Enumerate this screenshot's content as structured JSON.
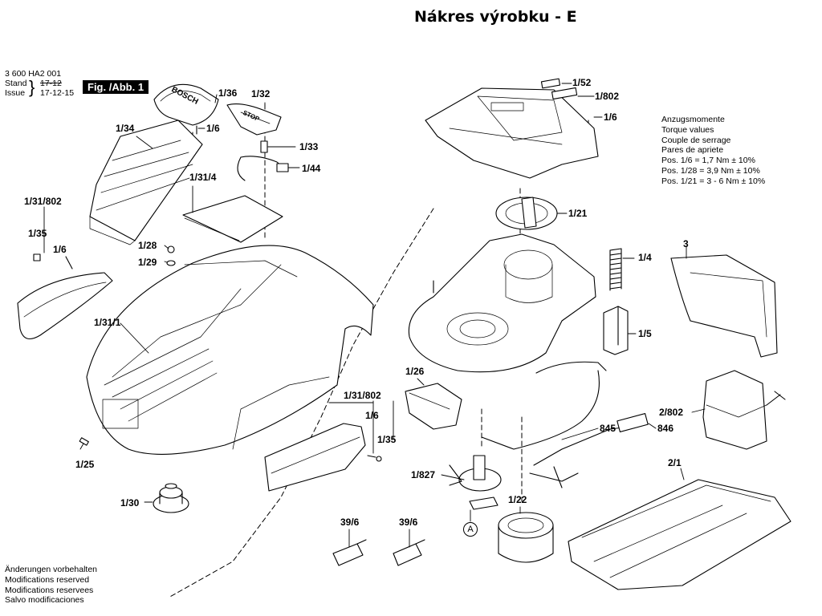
{
  "title": "Nákres výrobku - E",
  "header": {
    "part_number": "3 600 HA2 001",
    "stand_label": "Stand",
    "issue_label": "Issue",
    "old_date": "17-12",
    "issue_date": "17-12-15",
    "figure_label": "Fig. /Abb. 1"
  },
  "torque": {
    "lines": [
      "Anzugsmomente",
      "Torque values",
      "Couple de serrage",
      "Pares de apriete",
      "Pos. 1/6  = 1,7 Nm  ± 10%",
      "Pos. 1/28 = 3,9 Nm  ± 10%",
      "Pos. 1/21 = 3 - 6 Nm  ± 10%"
    ]
  },
  "footer": {
    "lines": [
      "Änderungen vorbehalten",
      "Modifications reserved",
      "Modifications reservees",
      "Salvo modificaciones"
    ]
  },
  "callouts": [
    {
      "id": "1/36",
      "text": "1/36"
    },
    {
      "id": "1/32",
      "text": "1/32"
    },
    {
      "id": "1/34",
      "text": "1/34"
    },
    {
      "id": "1/6-a",
      "text": "1/6"
    },
    {
      "id": "1/33",
      "text": "1/33"
    },
    {
      "id": "1/44",
      "text": "1/44"
    },
    {
      "id": "1/31/4",
      "text": "1/31/4"
    },
    {
      "id": "1/31/802-a",
      "text": "1/31/802"
    },
    {
      "id": "1/35-a",
      "text": "1/35"
    },
    {
      "id": "1/6-b",
      "text": "1/6"
    },
    {
      "id": "1/28",
      "text": "1/28"
    },
    {
      "id": "1/29",
      "text": "1/29"
    },
    {
      "id": "1/31/1",
      "text": "1/31/1"
    },
    {
      "id": "1/31/802-b",
      "text": "1/31/802"
    },
    {
      "id": "1/6-c",
      "text": "1/6"
    },
    {
      "id": "1/35-b",
      "text": "1/35"
    },
    {
      "id": "1/25",
      "text": "1/25"
    },
    {
      "id": "1/30",
      "text": "1/30"
    },
    {
      "id": "39/6-a",
      "text": "39/6"
    },
    {
      "id": "39/6-b",
      "text": "39/6"
    },
    {
      "id": "1/52",
      "text": "1/52"
    },
    {
      "id": "1/802",
      "text": "1/802"
    },
    {
      "id": "1/6-d",
      "text": "1/6"
    },
    {
      "id": "1/21",
      "text": "1/21"
    },
    {
      "id": "1/4",
      "text": "1/4"
    },
    {
      "id": "3",
      "text": "3"
    },
    {
      "id": "1/5",
      "text": "1/5"
    },
    {
      "id": "1/26",
      "text": "1/26"
    },
    {
      "id": "845",
      "text": "845"
    },
    {
      "id": "846",
      "text": "846"
    },
    {
      "id": "2/802",
      "text": "2/802"
    },
    {
      "id": "2/1",
      "text": "2/1"
    },
    {
      "id": "1/827",
      "text": "1/827"
    },
    {
      "id": "1/22",
      "text": "1/22"
    }
  ],
  "marker_a": "A",
  "housing_brand": "BOSCH",
  "stop_label": "STOP"
}
